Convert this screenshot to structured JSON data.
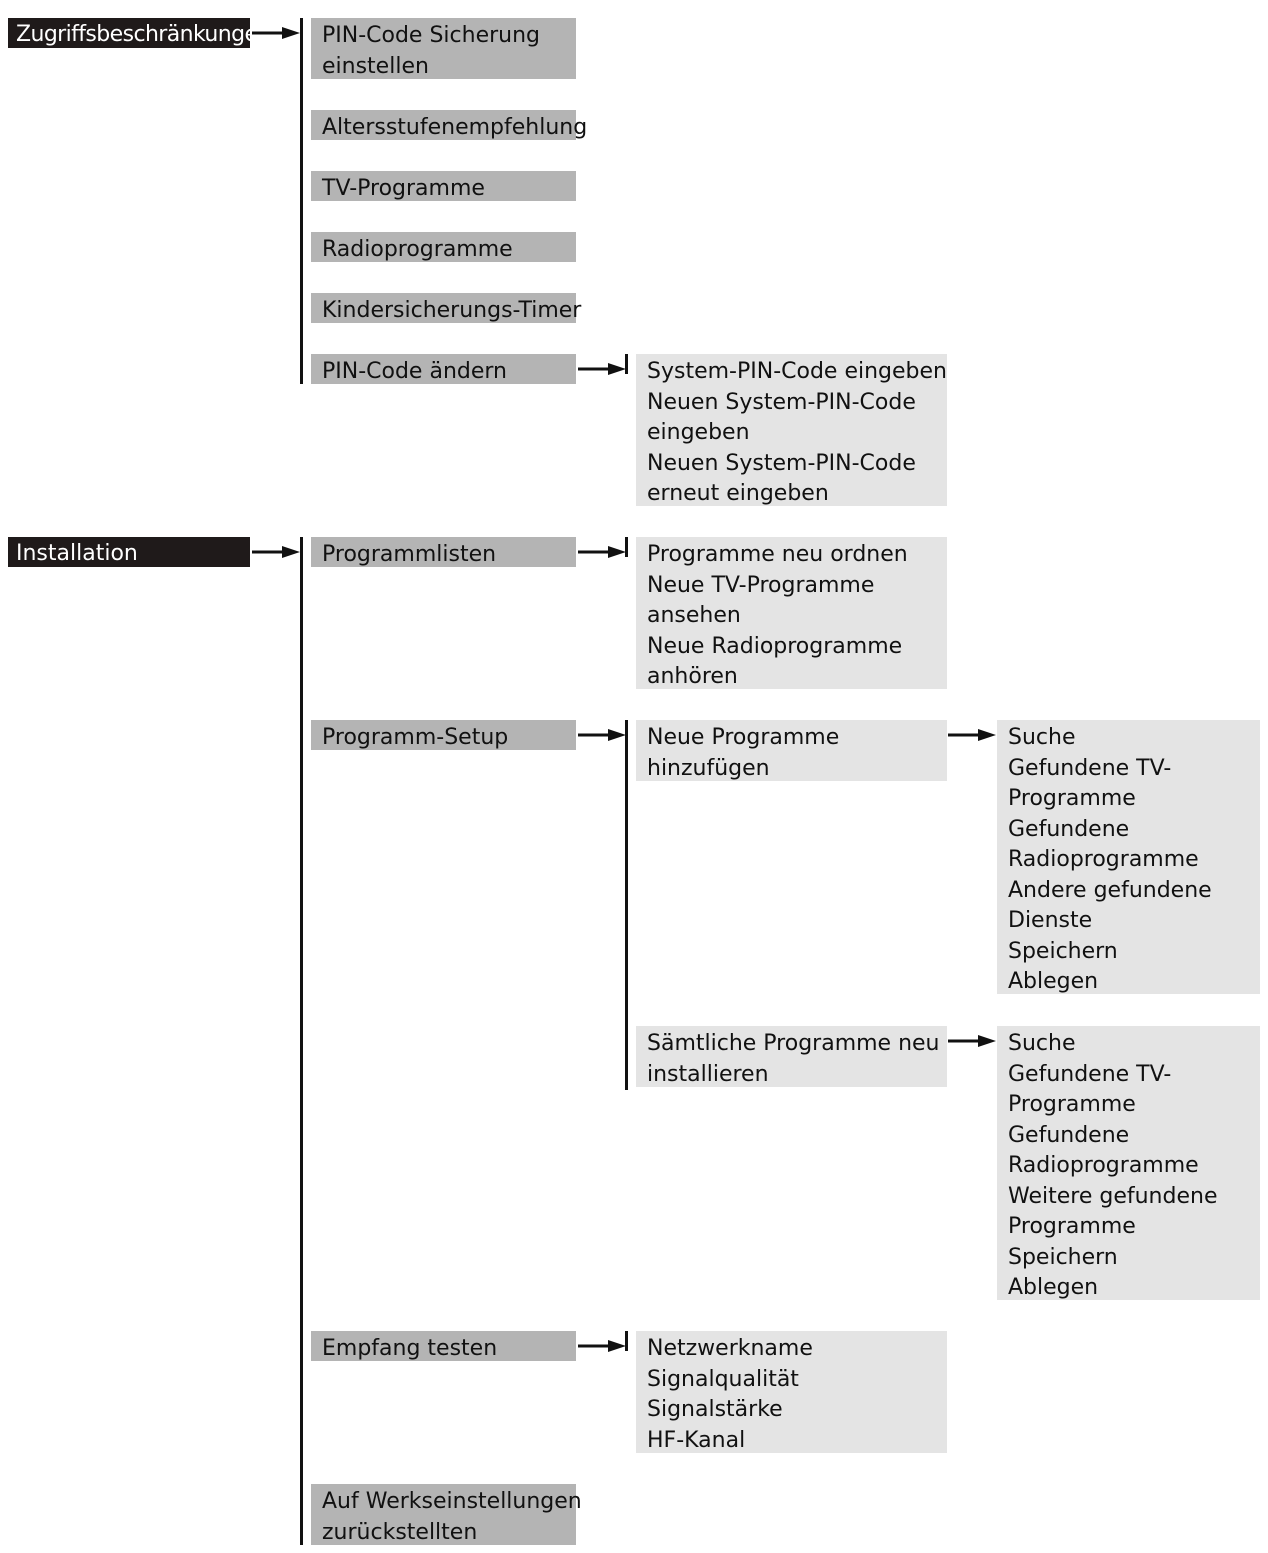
{
  "colors": {
    "root_bg": "#1f1a1a",
    "item_bg": "#b4b4b4",
    "sub_bg": "#e4e4e4",
    "line": "#111111"
  },
  "zugriff": {
    "title": "Zugriffsbeschränkungen",
    "items": [
      [
        "PIN-Code Sicherung",
        "einstellen"
      ],
      [
        "Altersstufenempfehlung"
      ],
      [
        "TV-Programme"
      ],
      [
        "Radioprogramme"
      ],
      [
        "Kindersicherungs-Timer"
      ],
      [
        "PIN-Code ändern"
      ]
    ],
    "pin_sub": [
      "System-PIN-Code eingeben",
      "Neuen System-PIN-Code",
      "eingeben",
      "Neuen System-PIN-Code",
      "erneut eingeben"
    ]
  },
  "installation": {
    "title": "Installation",
    "items": [
      [
        "Programmlisten"
      ],
      [
        "Programm-Setup"
      ],
      [
        "Empfang testen"
      ],
      [
        "Auf Werkseinstellungen",
        "zurückstellten"
      ]
    ],
    "programmlisten_sub": [
      "Programme neu ordnen",
      "Neue TV-Programme",
      "ansehen",
      "Neue Radioprogramme",
      "anhören"
    ],
    "setup_sub": [
      [
        "Neue Programme",
        "hinzufügen"
      ],
      [
        "Sämtliche Programme neu",
        "installieren"
      ]
    ],
    "neue_sub": [
      "Suche",
      "Gefundene TV-",
      "Programme",
      "Gefundene",
      "Radioprogramme",
      "Andere gefundene",
      "Dienste",
      "Speichern",
      "Ablegen"
    ],
    "saemtliche_sub": [
      "Suche",
      "Gefundene TV-",
      "Programme",
      "Gefundene",
      "Radioprogramme",
      "Weitere gefundene",
      "Programme",
      "Speichern",
      "Ablegen"
    ],
    "empfang_sub": [
      "Netzwerkname",
      "Signalqualität",
      "Signalstärke",
      "HF-Kanal"
    ]
  }
}
